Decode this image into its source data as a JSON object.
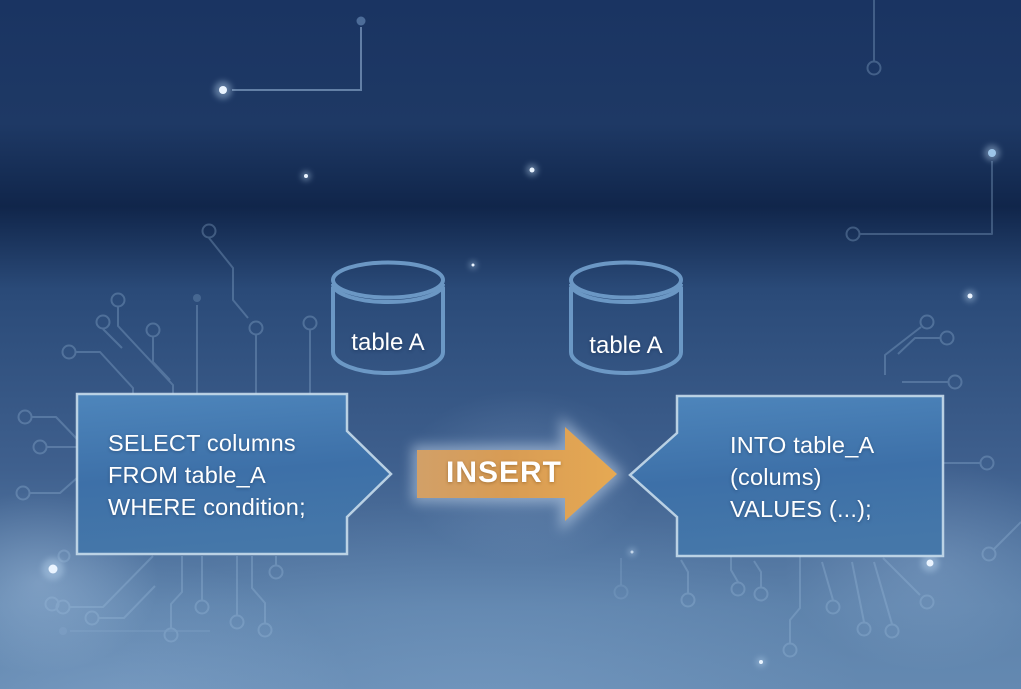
{
  "page": {
    "title": "SQL INSERT INTO SELECT diagram"
  },
  "tables": {
    "source": {
      "label": "table A"
    },
    "target": {
      "label": "table A"
    }
  },
  "select_box": {
    "lines": [
      "SELECT columns",
      "FROM table_A",
      "WHERE condition;"
    ]
  },
  "into_box": {
    "lines": [
      "INTO table_A",
      "(colums)",
      "VALUES (...);"
    ]
  },
  "arrow": {
    "label": "INSERT"
  },
  "colors": {
    "background_top": "#1a3462",
    "background_bottom": "#6489b1",
    "box_fill_top": "#4e86bc",
    "box_fill_bottom": "#4577a9",
    "box_border": "#c6dbeb",
    "cylinder_stroke": "#6f9cc9",
    "arrow_fill_left": "#d2a068",
    "arrow_fill_right": "#e6a953",
    "circuit_stroke": "#9dbede",
    "text": "#ffffff"
  }
}
